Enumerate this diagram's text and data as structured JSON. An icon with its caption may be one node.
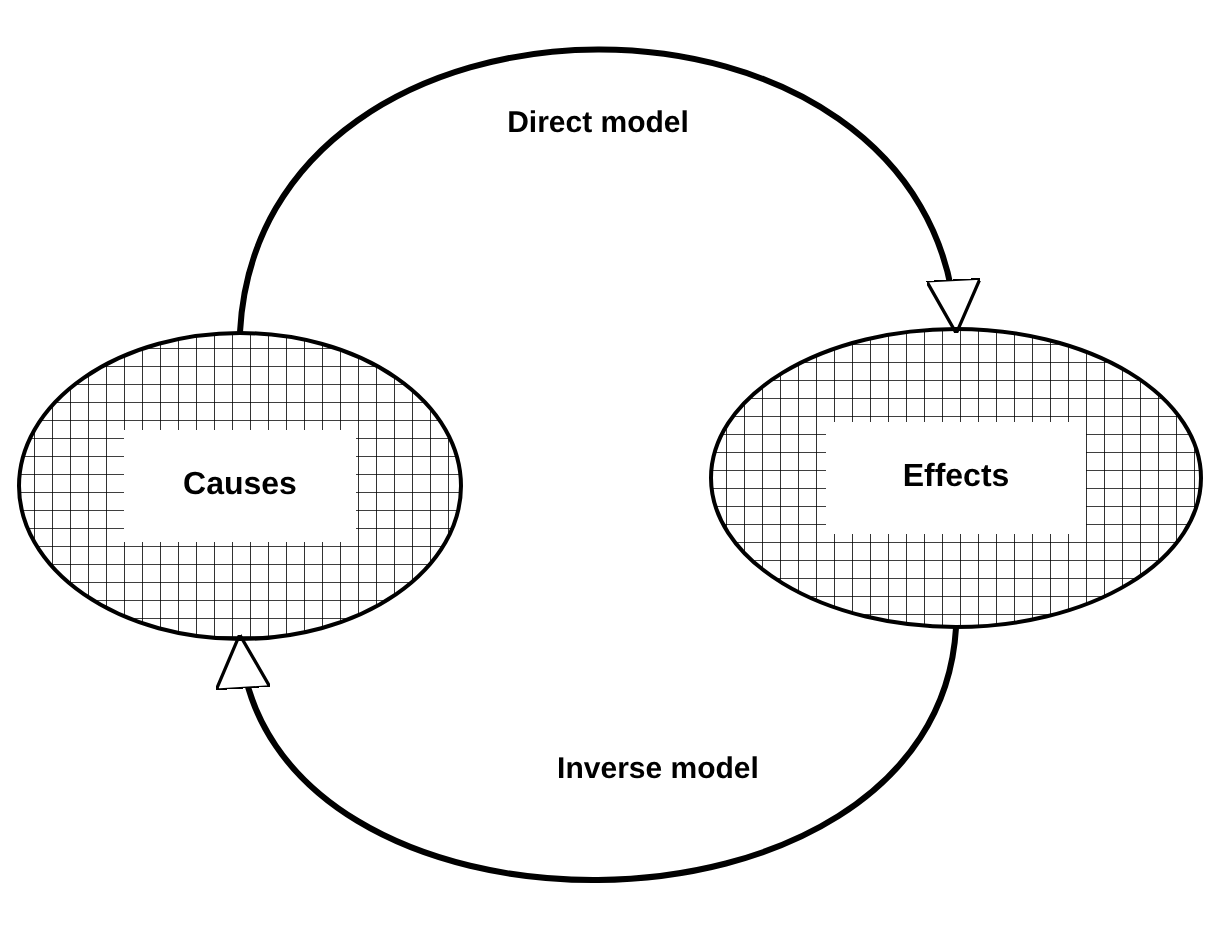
{
  "diagram": {
    "nodes": [
      {
        "text": [
          "Causes"
        ]
      },
      {
        "text": [
          "Effects"
        ]
      }
    ],
    "edges": [
      {
        "from": 0,
        "to": 1,
        "arrow": "to",
        "label": "Direct model"
      },
      {
        "from": 1,
        "to": 0,
        "arrow": "to",
        "label": "Inverse model"
      }
    ]
  }
}
